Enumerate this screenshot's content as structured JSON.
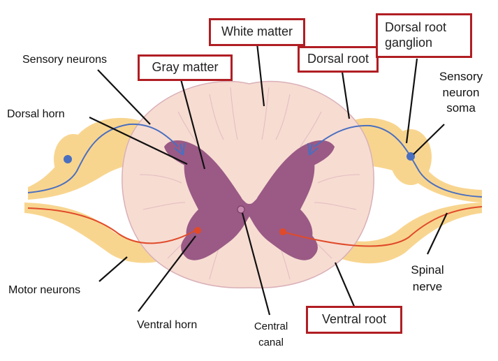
{
  "labels": {
    "sensory_neurons": "Sensory neurons",
    "dorsal_horn": "Dorsal horn",
    "motor_neurons": "Motor neurons",
    "ventral_horn": "Ventral horn",
    "central_canal_1": "Central",
    "central_canal_2": "canal",
    "sensory_neuron_soma_1": "Sensory",
    "sensory_neuron_soma_2": "neuron",
    "sensory_neuron_soma_3": "soma",
    "spinal_nerve_1": "Spinal",
    "spinal_nerve_2": "nerve"
  },
  "boxed_labels": {
    "white_matter": "White matter",
    "gray_matter": "Gray matter",
    "dorsal_root": "Dorsal root",
    "dorsal_root_ganglion_1": "Dorsal root",
    "dorsal_root_ganglion_2": "ganglion",
    "ventral_root": "Ventral root"
  },
  "colors": {
    "white_matter": "#f7dcd2",
    "gray_matter": "#9a5a85",
    "nerve": "#f8d58f",
    "sensory_fiber": "#4a6fc0",
    "motor_fiber": "#e04a2a",
    "highlight_box": "#b01e23"
  }
}
